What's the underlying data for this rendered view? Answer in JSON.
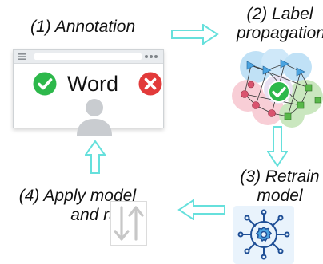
{
  "steps": {
    "annotation": "(1) Annotation",
    "propagation_line1": "(2) Label",
    "propagation_line2": "propagation",
    "retrain_line1": "(3) Retrain",
    "retrain_line2": "model",
    "apply_line1": "(4) Apply model",
    "apply_line2": "and rank"
  },
  "browser": {
    "word": "Word"
  },
  "icons": [
    "menu-icon",
    "dots-icon",
    "check-icon",
    "x-icon",
    "user-icon",
    "updown-icon",
    "gear-chip-icon"
  ],
  "colors": {
    "arrow_outline": "#66e0dc",
    "check_green": "#2db84b",
    "x_red": "#e23a3a",
    "chip_blue": "#123a7a",
    "graph_blue": "#4aa3e0",
    "graph_green": "#58b84a"
  }
}
